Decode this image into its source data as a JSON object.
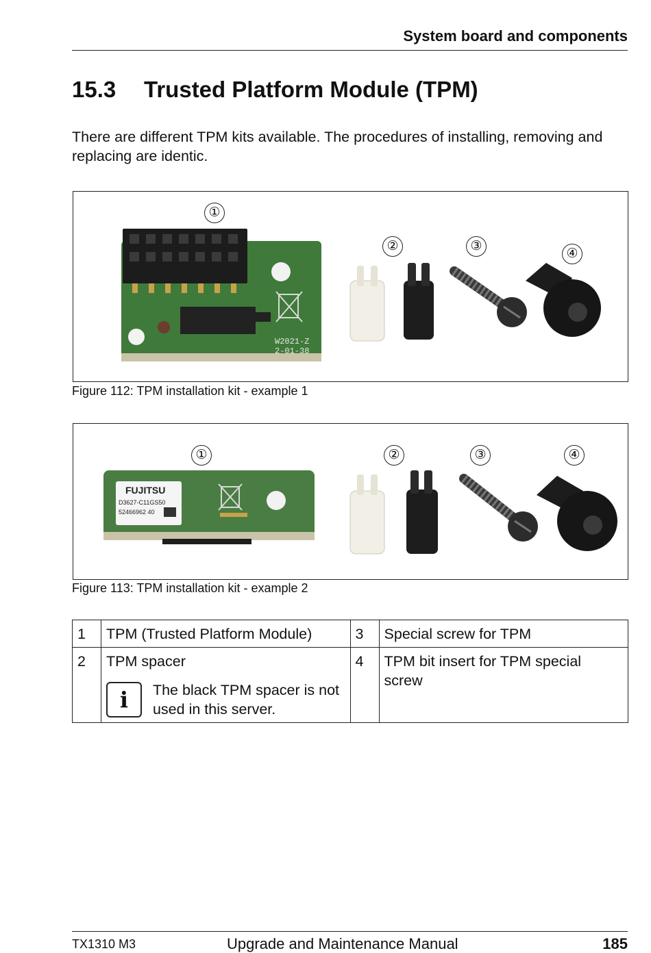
{
  "header": {
    "title": "System board and components"
  },
  "section": {
    "number": "15.3",
    "title": "Trusted Platform Module (TPM)"
  },
  "intro": "There are different TPM kits available. The procedures of installing, removing and replacing are identic.",
  "figures": [
    {
      "caption": "Figure 112: TPM installation kit - example 1",
      "callouts": [
        "①",
        "②",
        "③",
        "④"
      ],
      "board_labels": [
        "W2021-Z",
        "2-01-38"
      ]
    },
    {
      "caption": "Figure 113: TPM installation kit - example 2",
      "callouts": [
        "①",
        "②",
        "③",
        "④"
      ],
      "label_text": {
        "brand": "FUJITSU",
        "part": "D3627-C11GS50",
        "serial": "52466962 40"
      }
    }
  ],
  "legend": {
    "rows": [
      {
        "n1": "1",
        "d1": "TPM (Trusted Platform Module)",
        "n2": "3",
        "d2": "Special screw for TPM"
      },
      {
        "n1": "2",
        "d1": "TPM spacer",
        "n2": "4",
        "d2": "TPM bit insert for TPM special screw"
      }
    ],
    "note": {
      "icon": "info-icon",
      "icon_glyph": "i",
      "text": "The black TPM spacer is not used in this server."
    }
  },
  "footer": {
    "model": "TX1310 M3",
    "manual": "Upgrade and Maintenance Manual",
    "page": "185"
  }
}
